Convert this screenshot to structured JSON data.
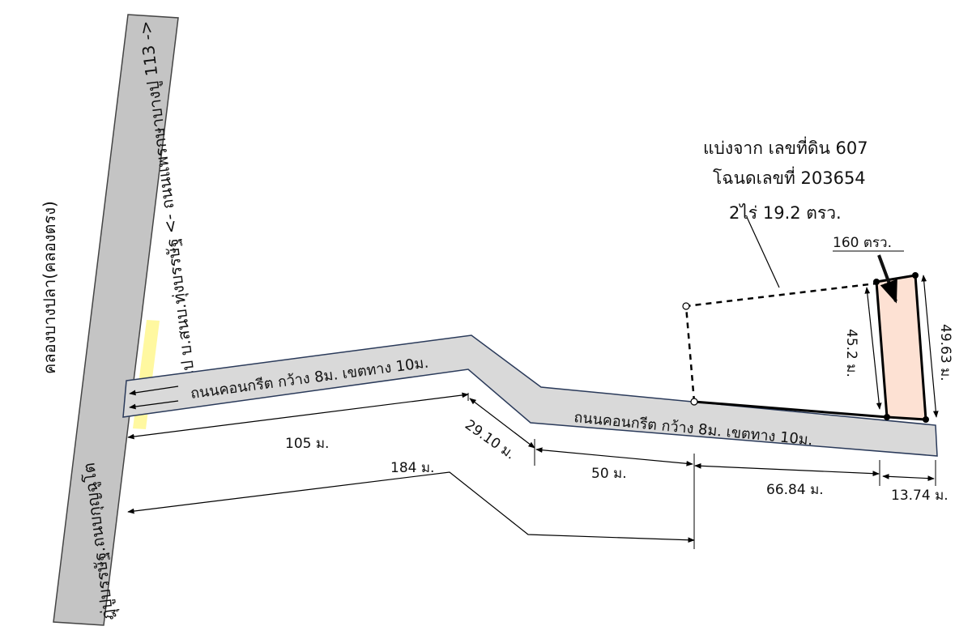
{
  "colors": {
    "main_road": "#c4c4c4",
    "access_road": "#d9d9d9",
    "plot_fill": "#fde1d3",
    "highlight": "#fff8a0"
  },
  "main_road": {
    "top_text": "ไป บ.สนบ.ทุ่งบรรษัฐ <- ถนนแพรกษาบางปู 113",
    "bottom_text": "ฎุ่ปูบรรษัฐ.ถนบกุญฉูโต",
    "highlight_text": "ไป บ.สนบ.ทุ่งบรรษัฐ <- ถนนแพรกษาบางปู 113 ->",
    "canal_text": "คลองบางปลา(คลองตรง)"
  },
  "road_label_1": "ถนนคอนกรีต กว้าง 8ม. เขตทาง 10ม.",
  "road_label_2": "ถนนคอนกรีต กว้าง 8ม. เขตทาง 10ม.",
  "info": {
    "line1": "แบ่งจาก เลขที่ดิน 607",
    "line2": "โฉนดเลขที่ 203654",
    "line3": "2ไร่ 19.2 ตรว."
  },
  "plot_area": "160 ตรว.",
  "dimensions": {
    "d105": "105 ม.",
    "d2910": "29.10 ม.",
    "d50": "50 ม.",
    "d184": "184 ม.",
    "d6684": "66.84 ม.",
    "d1374": "13.74 ม.",
    "d452": "45.2 ม.",
    "d4963": "49.63 ม."
  }
}
